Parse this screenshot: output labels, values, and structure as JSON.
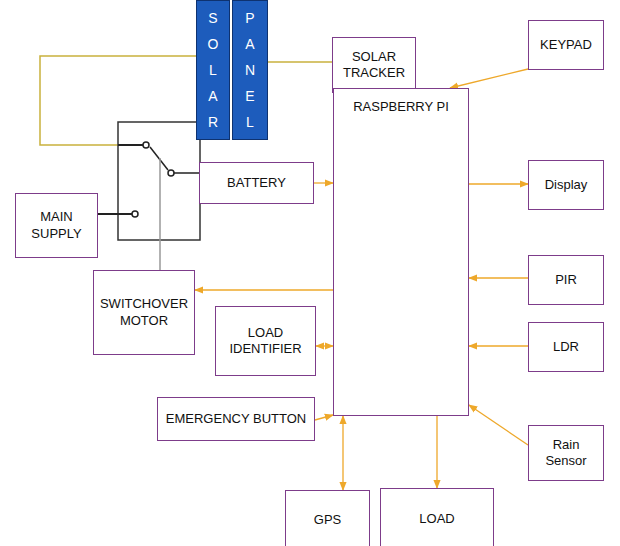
{
  "diagram": {
    "nodes": [
      {
        "text": [
          "SOLAR"
        ]
      },
      {
        "text": [
          "PANEL"
        ]
      },
      {
        "text": [
          "SOLAR TRACKER"
        ]
      },
      {
        "text": [
          "KEYPAD"
        ]
      },
      {
        "text": [
          "BATTERY"
        ]
      },
      {
        "text": [
          "RASPBERRY PI"
        ]
      },
      {
        "text": [
          "Display"
        ]
      },
      {
        "text": [
          "MAIN SUPPLY"
        ]
      },
      {
        "text": [
          "PIR"
        ]
      },
      {
        "text": [
          "SWITCHOVER MOTOR"
        ]
      },
      {
        "text": [
          "LOAD IDENTIFIER"
        ]
      },
      {
        "text": [
          "LDR"
        ]
      },
      {
        "text": [
          "EMERGENCY BUTTON"
        ]
      },
      {
        "text": [
          "Rain Sensor"
        ]
      },
      {
        "text": [
          "GPS"
        ]
      },
      {
        "text": [
          "LOAD"
        ]
      }
    ],
    "edges": [
      {
        "from": 2,
        "to": 1,
        "arrow": "none"
      },
      {
        "from": 3,
        "to": 5,
        "arrow": "to"
      },
      {
        "from": 5,
        "to": 6,
        "arrow": "to"
      },
      {
        "from": 8,
        "to": 5,
        "arrow": "to"
      },
      {
        "from": 11,
        "to": 5,
        "arrow": "to"
      },
      {
        "from": 13,
        "to": 5,
        "arrow": "to"
      },
      {
        "from": 4,
        "to": 5,
        "arrow": "to"
      },
      {
        "from": 5,
        "to": 9,
        "arrow": "to"
      },
      {
        "from": 10,
        "to": 5,
        "arrow": "both"
      },
      {
        "from": 12,
        "to": 5,
        "arrow": "to"
      },
      {
        "from": 14,
        "to": 5,
        "arrow": "both"
      },
      {
        "from": 5,
        "to": 15,
        "arrow": "to"
      }
    ]
  }
}
